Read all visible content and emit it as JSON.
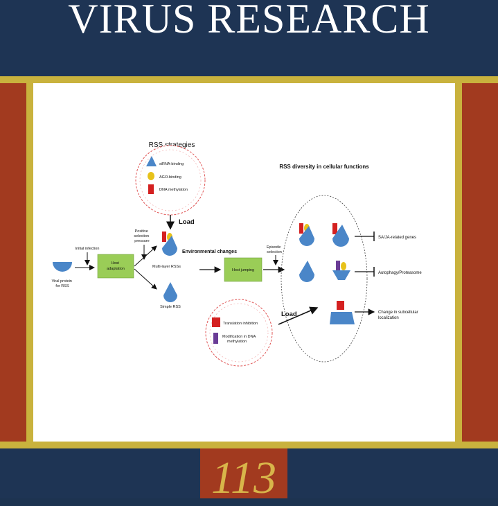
{
  "cover": {
    "journal_title": "VIRUS RESEARCH",
    "volume": "113"
  },
  "colors": {
    "navy": "#1e3454",
    "gold": "#c9b23d",
    "rust": "#a23a1f",
    "box_green": "#9acd57",
    "shape_blue": "#4a86c8",
    "red": "#d42020",
    "yellow": "#e7c21a",
    "purple": "#6a3c96"
  },
  "figure": {
    "strategies_title": "RSS strategies",
    "strategies": [
      "siRNA-binding",
      "AGO-binding",
      "DNA methylation"
    ],
    "load_top": "Load",
    "positive_selection": [
      "Positive",
      "selection",
      "pressure"
    ],
    "initial_infection": "Initial infection",
    "host_adaptation": [
      "Host",
      "adaptation"
    ],
    "viral_protein": [
      "Viral protein",
      "for RSS"
    ],
    "multilayer": "Multi-layer RSSs",
    "simple": "Simple RSS",
    "env_changes": "Environmental changes",
    "host_jumping": "Host jumping",
    "episodic": [
      "Episodic",
      "selection"
    ],
    "diversity_title": "RSS diversity in cellular functions",
    "functions": [
      "SA/JA-related genes",
      "Autophagy/Proteasome",
      "Change in subcellular",
      "localization"
    ],
    "load_bottom": "Load",
    "bottom_strategies": [
      "Translation inhibition",
      "Modification in DNA",
      "methylation"
    ]
  }
}
